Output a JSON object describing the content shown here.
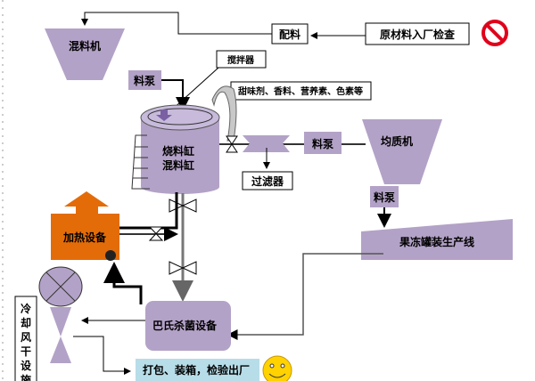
{
  "colors": {
    "equipment": "#b3a2c7",
    "heater": "#e36c09",
    "packing": "#b7dde8",
    "prohibit": "#e0001b",
    "smiley": "#ffd200",
    "pipe": "#808080"
  },
  "nodes": {
    "mixer": "混料机",
    "batching": "配料",
    "raw_inspection": "原材料入厂检查",
    "pump1": "料泵",
    "stirrer": "搅拌器",
    "additives": "甜味剂、香料、营养素、色素等",
    "tank_line1": "烧料缸",
    "tank_line2": "混料缸",
    "filter": "过滤器",
    "pump2": "料泵",
    "homogenizer": "均质机",
    "pump3": "料泵",
    "filling_line": "果冻罐装生产线",
    "heater": "加热设备",
    "pasteurizer": "巴氏杀菌设备",
    "cooling": [
      "冷",
      "却",
      "风",
      "干",
      "设",
      "施"
    ],
    "packing": "打包、装箱，检验出厂"
  },
  "icons": [
    "prohibit-icon",
    "smiley-icon",
    "valve-icon",
    "curved-arrow-icon"
  ]
}
